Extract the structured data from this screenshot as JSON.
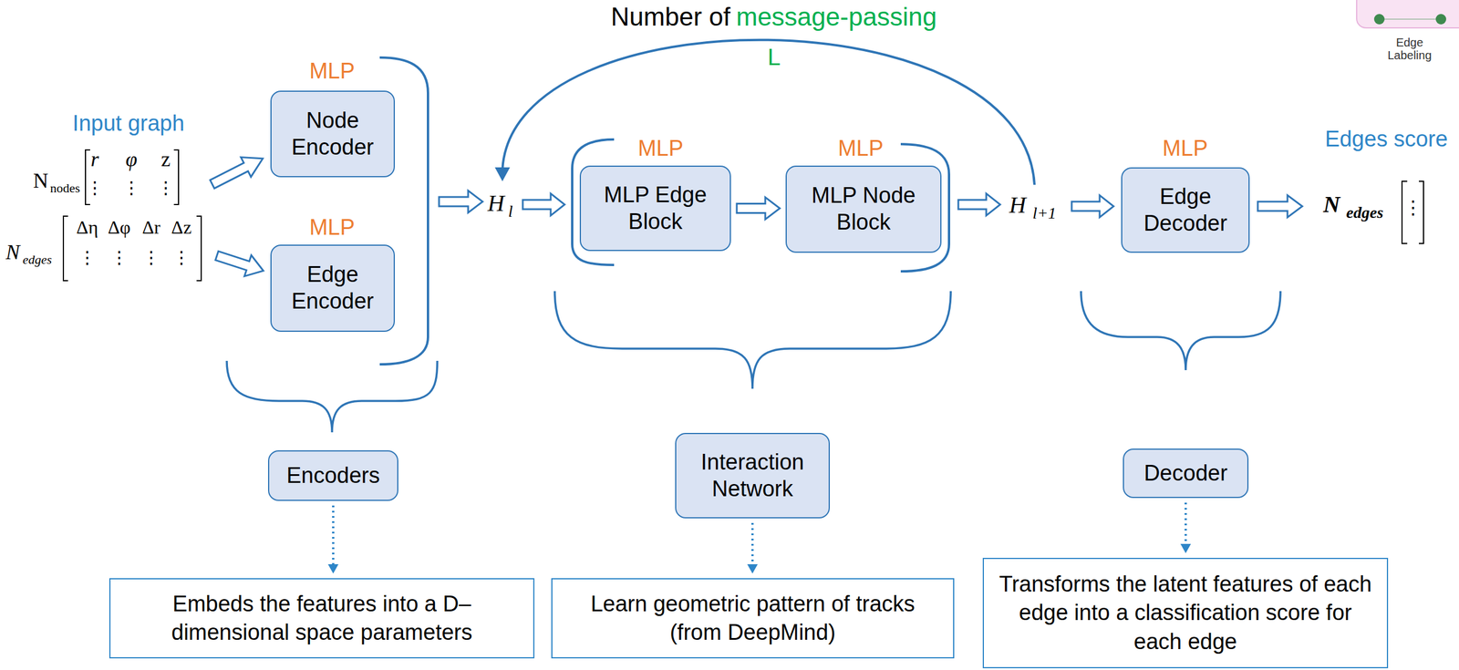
{
  "diagram": {
    "nodes": [
      {
        "text": [
          "Node Encoder"
        ]
      },
      {
        "text": [
          "Edge Encoder"
        ]
      },
      {
        "text": [
          "MLP Edge Block"
        ]
      },
      {
        "text": [
          "MLP Node Block"
        ]
      },
      {
        "text": [
          "Edge Decoder"
        ]
      },
      {
        "text": [
          "Encoders"
        ]
      },
      {
        "text": [
          "Interaction Network"
        ]
      },
      {
        "text": [
          "Decoder"
        ]
      },
      {
        "text": [
          "Embeds the features into a D–dimensional space parameters"
        ]
      },
      {
        "text": [
          "Learn geometric pattern of tracks (from DeepMind)"
        ]
      },
      {
        "text": [
          "Transforms the latent features of each edge into a classification score for each edge"
        ]
      }
    ],
    "edges": [
      {
        "from": 2,
        "to": 3,
        "arrow": "to"
      },
      {
        "from": 5,
        "to": 8,
        "arrow": "to"
      },
      {
        "from": 6,
        "to": 9,
        "arrow": "to"
      },
      {
        "from": 7,
        "to": 10,
        "arrow": "to"
      }
    ],
    "labels": [
      "Number of",
      "message-passing",
      "L",
      "Edge Labeling",
      "Input graph",
      "N",
      "nodes",
      "r",
      "φ",
      "z",
      "⋮",
      "⋮",
      "⋮",
      "N",
      "edges",
      "Δη",
      "Δφ",
      "Δr",
      "Δz",
      "⋮",
      "⋮",
      "⋮",
      "⋮",
      "MLP",
      "MLP",
      "H",
      "l",
      "MLP",
      "MLP",
      "H",
      "l+1",
      "MLP",
      "Edges score",
      "N",
      "edges",
      "⋮"
    ]
  }
}
